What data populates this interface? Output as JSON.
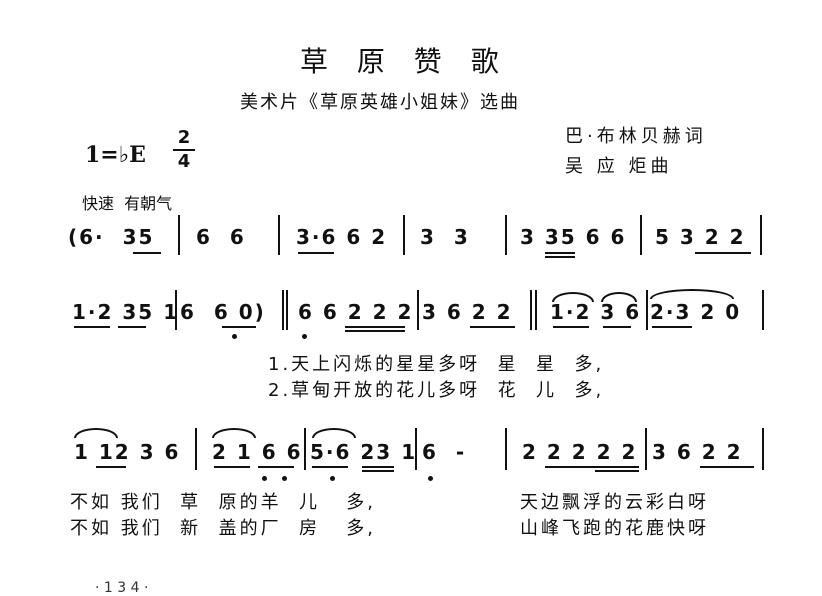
{
  "header": {
    "title": "草 原 赞 歌",
    "subtitle": "美术片《草原英雄小姐妹》选曲",
    "key": "1=♭E",
    "time_top": "2",
    "time_bottom": "4",
    "lyricist": "巴·布林贝赫词",
    "composer": "吴 应 炬曲",
    "tempo": "快速  有朝气"
  },
  "rows": [
    {
      "measures": [
        "(6·  35",
        "6  6",
        "3·6 6 2",
        "3  3",
        "3 35 6 6",
        "5 3 2 2"
      ]
    },
    {
      "measures": [
        "1·2 35 1",
        "6  6 0)",
        "6 6 2 2 2",
        "3 6 2 2",
        "1·2 3 6",
        "2·3 2 0"
      ]
    },
    {
      "measures": [
        "1 12 3 6",
        "2 1 6 6",
        "5·6 23 1",
        "6  -",
        "2 2 2 2 2",
        "3 6 2 2"
      ]
    }
  ],
  "lyrics": {
    "verse1_a": "1.天上闪烁的星星多呀  星  星  多,",
    "verse2_a": "2.草甸开放的花儿多呀  花  儿  多,",
    "verse1_b": "不如 我们  草  原的羊  儿   多,",
    "verse2_b": "不如 我们  新  盖的厂  房   多,",
    "verse1_c": "天边飘浮的云彩白呀",
    "verse2_c": "山峰飞跑的花鹿快呀"
  },
  "footer": {
    "page_mark": "· 1 3 4 ·"
  }
}
